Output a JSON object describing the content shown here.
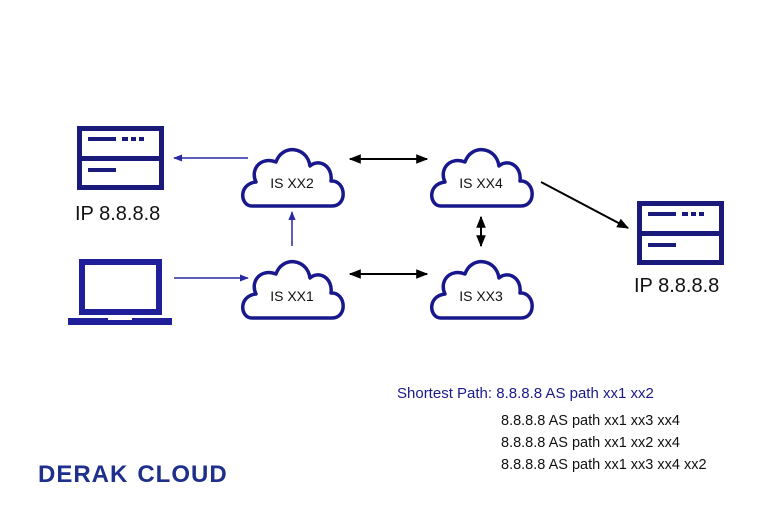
{
  "colors": {
    "server_dark": "#1a1a7a",
    "laptop": "#1f1f99",
    "cloud_stroke": "#18188c",
    "arrow_blue": "#2929a3",
    "arrow_black": "#000000",
    "shortest_text": "#1a1a8c",
    "logo": "#1f2f8c"
  },
  "nodes": {
    "cloud_xx1": "IS XX1",
    "cloud_xx2": "IS XX2",
    "cloud_xx3": "IS XX3",
    "cloud_xx4": "IS XX4"
  },
  "servers": {
    "left_label": "IP 8.8.8.8",
    "right_label": "IP 8.8.8.8"
  },
  "paths": {
    "shortest": "Shortest Path: 8.8.8.8 AS path xx1 xx2",
    "alternatives": [
      "8.8.8.8 AS path xx1 xx3 xx4",
      "8.8.8.8 AS path xx1 xx2 xx4",
      "8.8.8.8 AS path xx1 xx3 xx4 xx2"
    ]
  },
  "logo": {
    "part1": "DERAK",
    "part2": "CLOUD"
  },
  "icons": [
    "server-icon",
    "laptop-icon",
    "cloud-icon"
  ]
}
